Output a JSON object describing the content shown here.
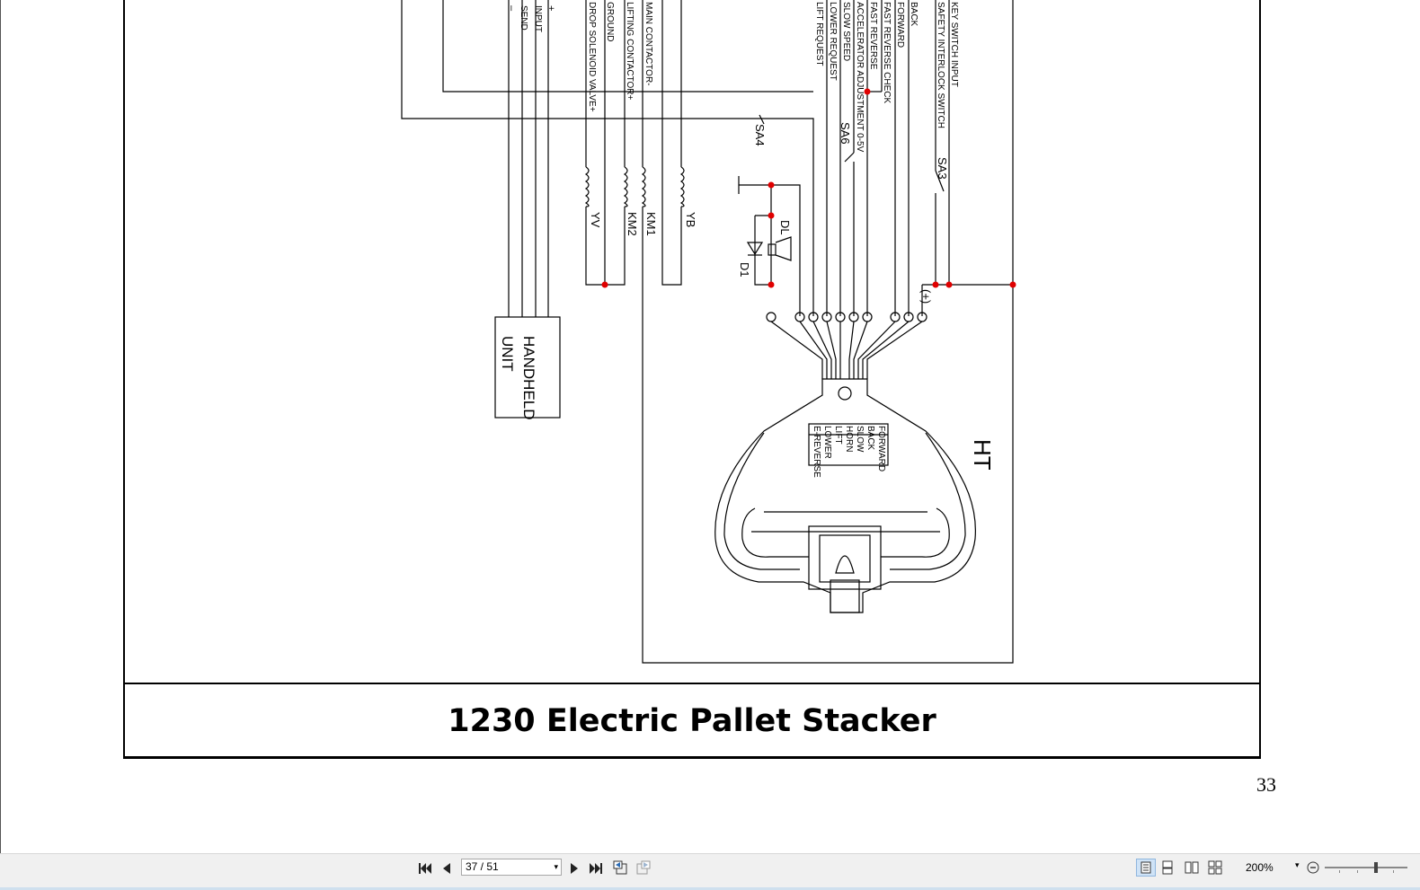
{
  "document": {
    "title": "1230 Electric Pallet Stacker",
    "page_number": "33"
  },
  "schematic": {
    "connector_pins_top": [
      "–",
      "SEND",
      "INPUT",
      "+"
    ],
    "wire_labels": [
      "DROP SOLENOID VALVE+",
      "GROUND",
      "LIFTING CONTACTOR+",
      "MAIN CONTACTOR-",
      "LIFT REQUEST",
      "LOWER REQUEST",
      "SLOW SPEED",
      "ACCELERATOR ADJUSTMENT 0-5V",
      "FAST REVERSE",
      "FAST REVERSE CHECK",
      "FORWARD",
      "BACK",
      "SAFETY INTERLOCK SWITCH",
      "KEY SWITCH INPUT"
    ],
    "switch_labels": {
      "sa4": "SA4",
      "sa6": "SA6",
      "sa3": "SA3"
    },
    "coil_labels": [
      "YV",
      "KM2",
      "KM1",
      "YB"
    ],
    "diode_labels": {
      "dl": "DL",
      "d1": "D1"
    },
    "plus_marker": "(+)",
    "handheld_unit": {
      "line1": "HANDHELD",
      "line2": "UNIT"
    },
    "handle_label": "HT",
    "handle_legend": [
      "FORWARD",
      "BACK",
      "SLOW",
      "HORN",
      "LIFT",
      "LOWER",
      "E-REVERSE"
    ]
  },
  "toolbar": {
    "page_field_value": "37 / 51",
    "zoom_value": "200%",
    "icons": [
      "first-page-icon",
      "previous-page-icon",
      "next-page-icon",
      "last-page-icon",
      "previous-view-icon",
      "next-view-icon",
      "single-page-icon",
      "continuous-page-icon",
      "facing-pages-icon",
      "continuous-facing-icon",
      "zoom-out-icon"
    ]
  },
  "colors": {
    "junction": "#e00000",
    "toolbar_bg": "#f0f0f0"
  }
}
